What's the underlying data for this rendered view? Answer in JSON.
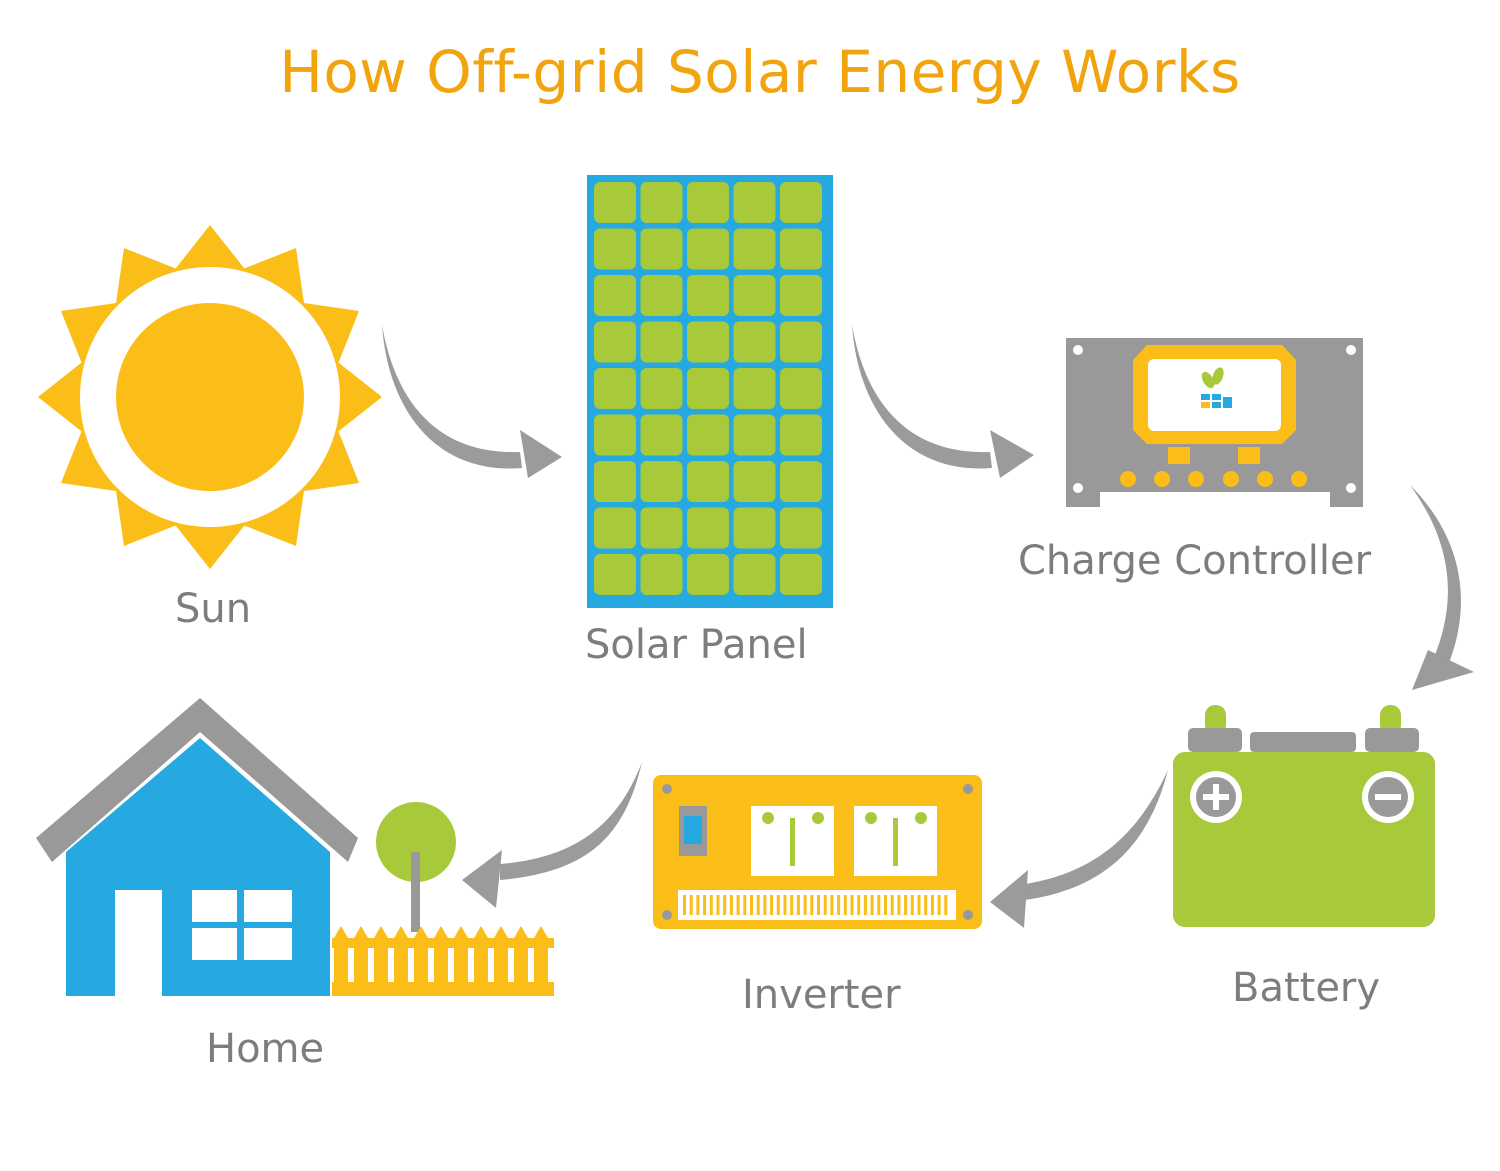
{
  "title": "How Off-grid Solar Energy Works",
  "components": {
    "sun": "Sun",
    "solar_panel": "Solar Panel",
    "charge_controller": "Charge Controller",
    "battery": "Battery",
    "inverter": "Inverter",
    "home": "Home"
  },
  "flow": [
    "Sun",
    "Solar Panel",
    "Charge Controller",
    "Battery",
    "Inverter",
    "Home"
  ],
  "colors": {
    "title": "#f1a40d",
    "sun": "#fbbe18",
    "panel_frame": "#25a9e0",
    "panel_cell": "#a8c93a",
    "controller_body": "#999999",
    "battery": "#a8c93a",
    "inverter": "#fbbe18",
    "house": "#25a9e0",
    "roof": "#999999",
    "fence": "#fbbe18",
    "tree": "#a8c93a",
    "arrow": "#9b9b9b",
    "label": "#7d7d7d"
  },
  "icons": [
    "sun-icon",
    "solar-panel-icon",
    "charge-controller-icon",
    "battery-icon",
    "inverter-icon",
    "house-icon",
    "tree-icon",
    "fence-icon",
    "arrow-icon"
  ]
}
